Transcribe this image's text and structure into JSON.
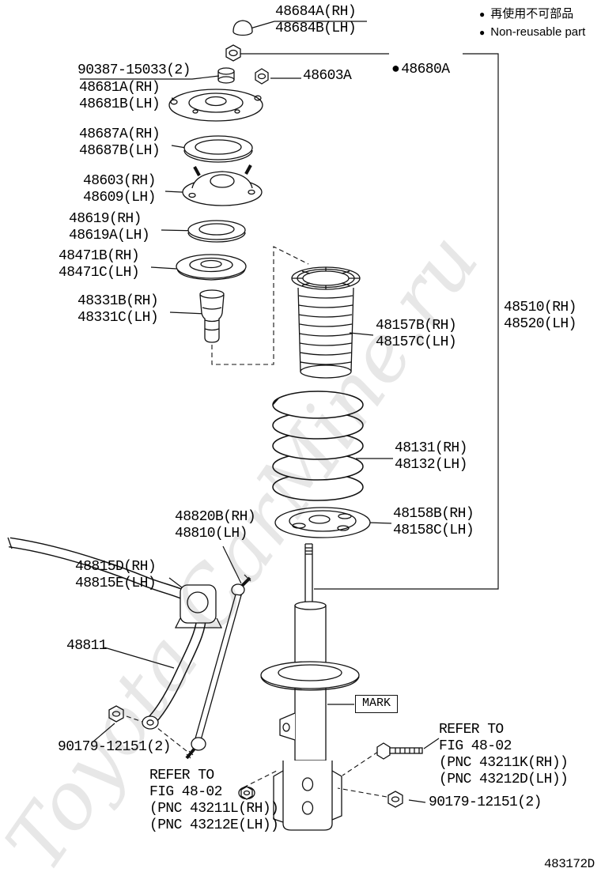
{
  "legend": {
    "bullet": "●",
    "jp": "再使用不可部品",
    "en": "Non-reusable part"
  },
  "labels": {
    "strut_cap": "48684A(RH)\n48684B(LH)",
    "support_nut": "48680A",
    "washer": "90387-15033(2)",
    "nut_48603a": "48603A",
    "suspension_support": "48681A(RH)\n48681B(LH)",
    "support_gasket": "48687A(RH)\n48687B(LH)",
    "support_sub_assy": "48603(RH)\n48609(LH)",
    "bearing": "48619(RH)\n48619A(LH)",
    "spring_seat_upper": "48471B(RH)\n48471C(LH)",
    "bound_stopper": "48331B(RH)\n48331C(LH)",
    "dust_boot": "48157B(RH)\n48157C(LH)",
    "shock_absorber": "48510(RH)\n48520(LH)",
    "coil_spring": "48131(RH)\n48132(LH)",
    "stabilizer_link": "48820B(RH)\n48810(LH)",
    "spring_seat_lower": "48158B(RH)\n48158C(LH)",
    "stabilizer_bushing": "48815D(RH)\n48815E(LH)",
    "stabilizer_bar": "48811",
    "nut_stabilizer": "90179-12151(2)",
    "nut_strut_lower": "90179-12151(2)",
    "mark": "MARK",
    "refer_right": "REFER TO\nFIG 48-02\n(PNC 43211K(RH))\n(PNC 43212D(LH))",
    "refer_left": "REFER TO\nFIG 48-02\n(PNC 43211L(RH))\n(PNC 43212E(LH))"
  },
  "watermark": "Toyota CarMine.ru",
  "doc_id": "483172D"
}
